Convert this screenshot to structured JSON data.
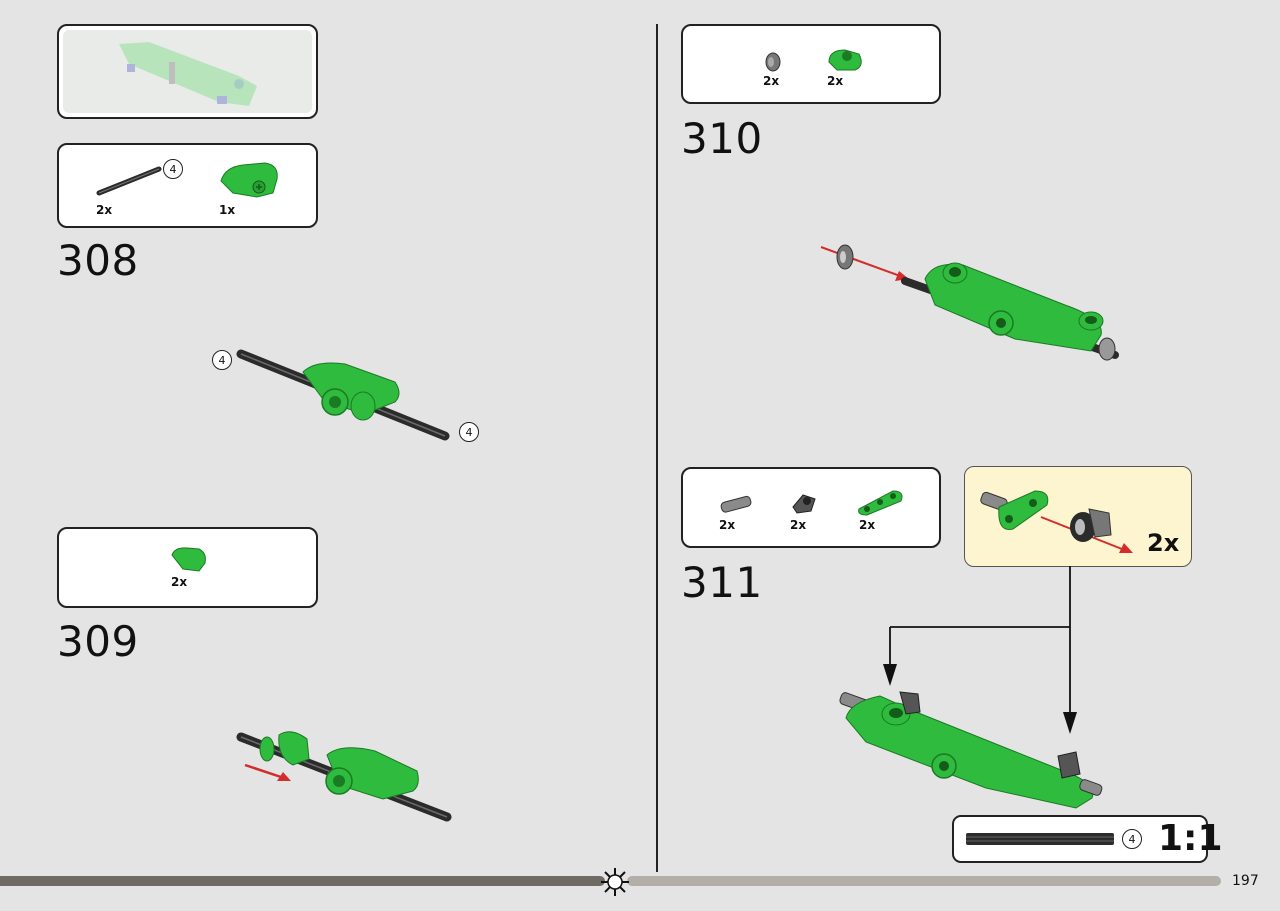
{
  "page": {
    "number": "197"
  },
  "steps": [
    {
      "number": "308",
      "parts": [
        {
          "qty": "2x",
          "length": "4"
        },
        {
          "qty": "1x"
        }
      ],
      "callout_length": "4"
    },
    {
      "number": "309",
      "parts": [
        {
          "qty": "2x"
        }
      ]
    },
    {
      "number": "310",
      "parts": [
        {
          "qty": "2x"
        },
        {
          "qty": "2x"
        }
      ]
    },
    {
      "number": "311",
      "parts": [
        {
          "qty": "2x"
        },
        {
          "qty": "2x"
        },
        {
          "qty": "2x"
        }
      ],
      "sub_multiplier": "2x"
    }
  ],
  "scale_ruler": {
    "length": "4",
    "label": "1:1"
  },
  "colors": {
    "green": "#2fbb3e",
    "dark_green": "#1b7a24",
    "red_arrow": "#d42b2b",
    "axle": "#333333",
    "callout_bg": "#fdf5cf"
  }
}
